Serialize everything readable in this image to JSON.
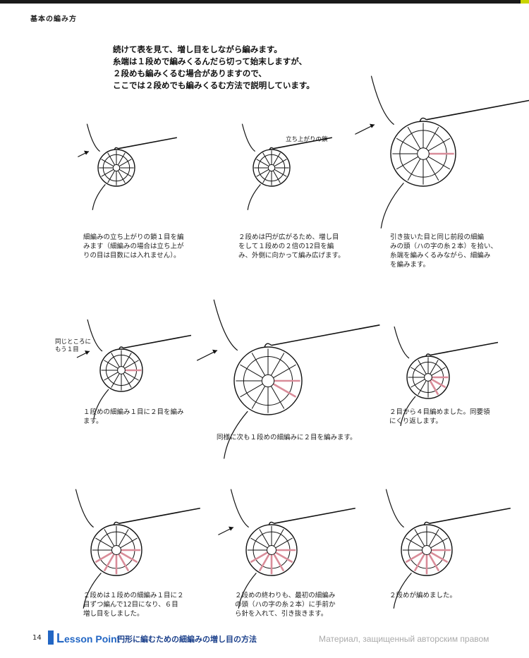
{
  "header": {
    "section_label": "基本の編み方"
  },
  "intro": {
    "lines": [
      "続けて表を見て、増し目をしながら編みます。",
      "糸端は１段めで編みくるんだら切って始末しますが、",
      "２段めも編みくるむ場合がありますので、",
      "ここでは２段めでも編みくるむ方法で説明しています。"
    ]
  },
  "steps": [
    {
      "lines": [
        "細編みの立ち上がりの鎖１目を編",
        "みます（細編みの場合は立ち上が",
        "りの目は目数には入れません）。"
      ]
    },
    {
      "lines": [
        "２段めは円が広がるため、増し目",
        "をして１段めの２倍の12目を編",
        "み、外側に向かって編み広げます。"
      ]
    },
    {
      "lines": [
        "引き抜いた目と同じ前段の細編",
        "みの頭（ハの字の糸２本）を拾い、",
        "糸端を編みくるみながら、細編み",
        "を編みます。"
      ]
    },
    {
      "lines": [
        "１段めの細編み１目に２目を編み",
        "ます。"
      ]
    },
    {
      "lines": [
        "同様に次も１段めの細編みに２目を編みます。"
      ]
    },
    {
      "lines": [
        "２目から４目編めました。同要領",
        "にくり返します。"
      ]
    },
    {
      "lines": [
        "２段めは１段めの細編み１目に２",
        "目ずつ編んで12目になり、６目",
        "増し目をしました。"
      ]
    },
    {
      "lines": [
        "２段めの終わりも、最初の細編み",
        "の頭（ハの字の糸２本）に手前か",
        "ら針を入れて、引き抜きます。"
      ]
    },
    {
      "lines": [
        "２段めが編めました。"
      ]
    }
  ],
  "callouts": {
    "chain_label": "立ち上がりの鎖",
    "same_place": [
      "同じところに",
      "もう１目"
    ]
  },
  "footer": {
    "page_number": "14",
    "brand_first": "L",
    "brand_rest": "esson Point",
    "title": "円形に編むための細編みの増し目の方法",
    "watermark": "Материал, защищенный авторским правом"
  },
  "colors": {
    "accent_blue": "#2266c4",
    "pink": "#f3c6cd",
    "ink": "#111111"
  },
  "icons": [
    "crochet-hook-icon",
    "yarn-ring-icon",
    "arrow-icon"
  ]
}
